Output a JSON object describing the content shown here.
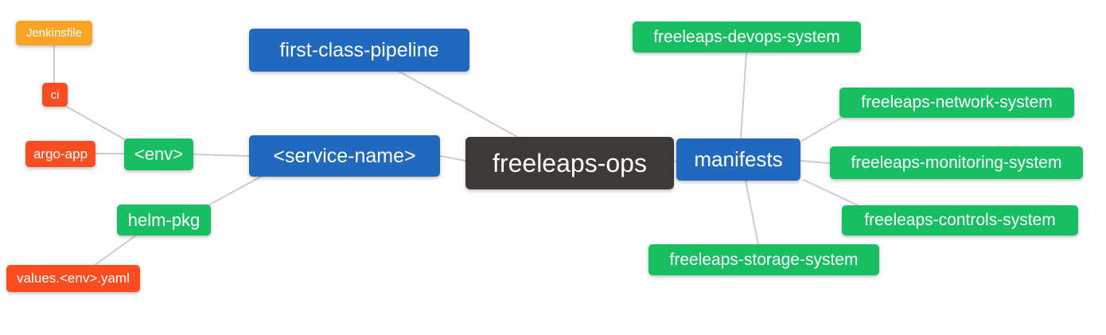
{
  "diagram": {
    "type": "mindmap",
    "root": "freeleaps-ops",
    "palette": {
      "blue": "#2169BE",
      "green": "#18BF62",
      "red": "#FB4D21",
      "orange": "#F9A424",
      "dark": "#3D3936",
      "edge": "#CCCCCC",
      "background": "#FFFFFF",
      "text": "#FFFFFF"
    },
    "nodes": [
      {
        "id": "jenkinsfile",
        "label": "Jenkinsfile",
        "color_role": "orange"
      },
      {
        "id": "ci",
        "label": "ci",
        "color_role": "red"
      },
      {
        "id": "argo-app",
        "label": "argo-app",
        "color_role": "red"
      },
      {
        "id": "env",
        "label": "<env>",
        "color_role": "green"
      },
      {
        "id": "helm-pkg",
        "label": "helm-pkg",
        "color_role": "green"
      },
      {
        "id": "values-env-yaml",
        "label": "values.<env>.yaml",
        "color_role": "red"
      },
      {
        "id": "first-class-pipeline",
        "label": "first-class-pipeline",
        "color_role": "blue"
      },
      {
        "id": "service-name",
        "label": "<service-name>",
        "color_role": "blue"
      },
      {
        "id": "freeleaps-ops",
        "label": "freeleaps-ops",
        "color_role": "dark"
      },
      {
        "id": "manifests",
        "label": "manifests",
        "color_role": "blue"
      },
      {
        "id": "freeleaps-devops-system",
        "label": "freeleaps-devops-system",
        "color_role": "green"
      },
      {
        "id": "freeleaps-network-system",
        "label": "freeleaps-network-system",
        "color_role": "green"
      },
      {
        "id": "freeleaps-monitoring-system",
        "label": "freeleaps-monitoring-system",
        "color_role": "green"
      },
      {
        "id": "freeleaps-controls-system",
        "label": "freeleaps-controls-system",
        "color_role": "green"
      },
      {
        "id": "freeleaps-storage-system",
        "label": "freeleaps-storage-system",
        "color_role": "green"
      }
    ],
    "edges": [
      {
        "from": "jenkinsfile",
        "to": "ci"
      },
      {
        "from": "ci",
        "to": "env"
      },
      {
        "from": "argo-app",
        "to": "env"
      },
      {
        "from": "env",
        "to": "service-name"
      },
      {
        "from": "helm-pkg",
        "to": "service-name"
      },
      {
        "from": "values-env-yaml",
        "to": "helm-pkg"
      },
      {
        "from": "service-name",
        "to": "freeleaps-ops"
      },
      {
        "from": "first-class-pipeline",
        "to": "freeleaps-ops"
      },
      {
        "from": "freeleaps-ops",
        "to": "manifests"
      },
      {
        "from": "freeleaps-devops-system",
        "to": "manifests"
      },
      {
        "from": "freeleaps-network-system",
        "to": "manifests"
      },
      {
        "from": "freeleaps-monitoring-system",
        "to": "manifests"
      },
      {
        "from": "freeleaps-controls-system",
        "to": "manifests"
      },
      {
        "from": "freeleaps-storage-system",
        "to": "manifests"
      }
    ]
  }
}
